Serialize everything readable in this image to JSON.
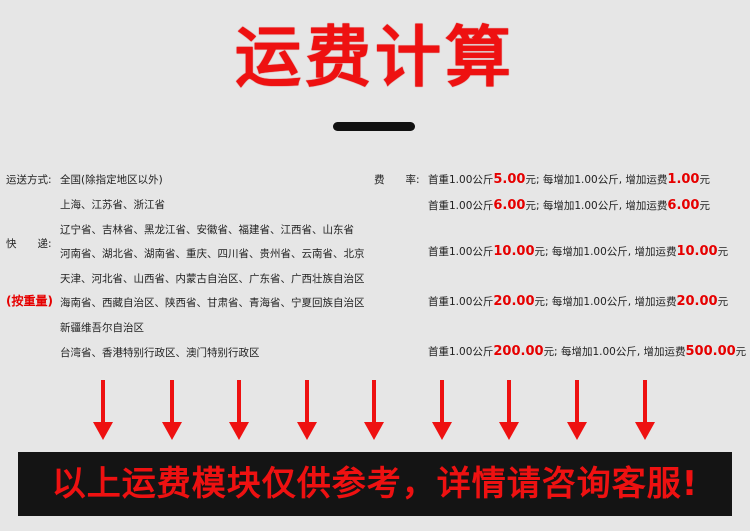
{
  "title": "运费计算",
  "labels": {
    "method": "运送方式:",
    "express": "快　　递:",
    "by_weight": "(按重量)",
    "fee_rate": "费　　率:"
  },
  "regions": [
    "全国(除指定地区以外)",
    "上海、江苏省、浙江省",
    "辽宁省、吉林省、黑龙江省、安徽省、福建省、江西省、山东省",
    "河南省、湖北省、湖南省、重庆、四川省、贵州省、云南省、北京",
    "天津、河北省、山西省、内蒙古自治区、广东省、广西壮族自治区",
    "海南省、西藏自治区、陕西省、甘肃省、青海省、宁夏回族自治区",
    "新疆维吾尔自治区",
    "台湾省、香港特别行政区、澳门特别行政区"
  ],
  "rates": [
    {
      "pre": "首重1.00公斤",
      "first": "5.00",
      "mid": "元; 每增加1.00公斤, 增加运费",
      "add": "1.00",
      "post": "元"
    },
    {
      "pre": "首重1.00公斤",
      "first": "6.00",
      "mid": "元; 每增加1.00公斤, 增加运费",
      "add": "6.00",
      "post": "元"
    },
    {
      "pre": "首重1.00公斤",
      "first": "10.00",
      "mid": "元; 每增加1.00公斤, 增加运费",
      "add": "10.00",
      "post": "元"
    },
    {
      "pre": "首重1.00公斤",
      "first": "20.00",
      "mid": "元; 每增加1.00公斤, 增加运费",
      "add": "20.00",
      "post": "元"
    },
    {
      "pre": "首重1.00公斤",
      "first": "200.00",
      "mid": "元; 每增加1.00公斤, 增加运费",
      "add": "500.00",
      "post": "元"
    }
  ],
  "banner": "以上运费模块仅供参考，详情请咨询客服!",
  "colors": {
    "accent": "#ee1111",
    "banner_bg": "#141414",
    "background": "#e6e6e6"
  }
}
